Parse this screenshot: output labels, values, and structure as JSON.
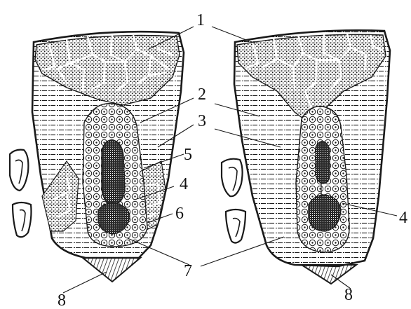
{
  "labels": {
    "l1": "1",
    "l2": "2",
    "l3": "3",
    "l4": "4",
    "l5": "5",
    "l6": "6",
    "l7": "7",
    "l8": "8"
  },
  "palette": {
    "ink": "#1a1a1a",
    "paper": "#ffffff"
  }
}
